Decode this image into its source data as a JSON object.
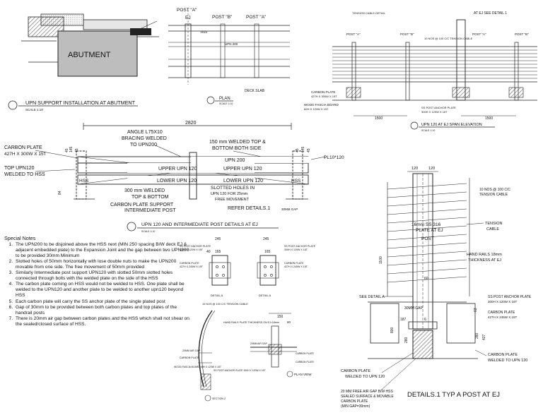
{
  "abutment": {
    "label": "ABUTMENT",
    "title": "UPN SUPPORT INSTALLATION AT ABUTMENT",
    "scale": "SCALE 1:10"
  },
  "plan": {
    "post_a_left": "POST \"A\"",
    "post_b": "POST \"B\"",
    "post_a_right": "POST \"A\"",
    "ej": "EJ",
    "hss": "HSS",
    "upn_200": "UPN 200",
    "deck_slab": "DECK SLAB",
    "title": "PLAN",
    "scale": "SCALE 1:10"
  },
  "elevation": {
    "tension_detail": "TENSION CABLE DETAIL",
    "at_ej_see": "AT EJ SEE DETAIL 1",
    "post_a": "POST \"A\"",
    "post_b": "POST \"B\"",
    "post_a2": "POST \"A\"",
    "post_b2": "POST \"B\"",
    "tension_cable": "10 NOS @ 100 C/C TENSION CABLE",
    "carbon_plate": "CARBON PLATE",
    "carbon_plate_size": "427H X 300W X 15T",
    "wood_fascia": "WOOD FASCIA BOARD",
    "wood_fascia_size": "60H X 120W X 15T",
    "anchor_plate": "SS POST ANCHOR PLATE",
    "anchor_plate_size": "300H X 120W X 16T",
    "dim_1500_left": "1500",
    "dim_1500_right": "1500",
    "title": "UPN 120 AT EJ SPAN ELEVATION",
    "scale": "SCALE 1:10"
  },
  "intermediate": {
    "dim_2820": "2820",
    "angle": "ANGLE L75X10",
    "bracing": "BRACING WELDED",
    "to_upn200": "TO UPN200",
    "welded_150": "150 mm WELDED TOP &",
    "bottom_both": "BOTTOM BOTH SIDE",
    "carbon_plate": "CARBON PLATE",
    "carbon_plate_size": "427H X 300W X 15T",
    "top_upn": "TOP UPN120",
    "welded_hss": "WELDED TO HSS",
    "pl": "PL10*120",
    "row_upn200": "UPN 200",
    "row_upper": "UPPER UPN 120",
    "row_lower": "LOWER UPN 120",
    "hss": "HSS",
    "welded_300": "300 mm WELDED",
    "top_bottom": "TOP & BOTTOM",
    "slotted": "SLOTTED HOLES IN",
    "slotted2": "UPN 120 FOR 25mm",
    "slotted3": "FREE MOVEMENT",
    "cp_support": "CARBON PLATE SUPPORT",
    "intermediate_post": "INTERMEDIATE POST",
    "refer": "REFER DETAILS.1",
    "gap": "30MM GAP",
    "dims_left": [
      "45",
      "145",
      "45"
    ],
    "dims_right": [
      "45",
      "145",
      "45"
    ],
    "dim_160": "160",
    "dim_84": "84",
    "title": "UPN 120 AND INTERMEDIATE POST DETAILS AT EJ",
    "scale": "SCALE 1:10"
  },
  "notes": {
    "heading": "Special Notes",
    "items": [
      "The UPN200 to be disjoined above the HSS next (MIN 250 spacing B/W deck EJ & adjacent embedded plate) to the Expansion Joint and the gap between two UPN200 to be provided 30mm Minimum",
      "Slotted holes of 50mm horizontally with lose double nuts to make the UPN200 movable from one side. The free movement of 50mm provided",
      "Similarly Intermediate post support UPN120 with slotted 50mm slotted holes connected through bolts with the welded plate on the side of the HSS",
      "The carbon plate coming on HSS would not be welded to HSS. One plate shall be welded to the UPN120 and another plate to be welded to another upn120 beyond HSS",
      "Each carbon plate will carry the SS anchor plate of the single plated post",
      "Gap of 30mm to be provided between both carbon plates and top plates of the handrail posts",
      "There is 20mm air gap between carbon plates and the HSS which shall not shear on the sealed/closed surface of HSS."
    ]
  },
  "details_a": {
    "left_label": "SS POST ANCHOR PLATE",
    "left_size": "300H X 120W X 16T",
    "left_cp": "CARBON PLATE",
    "left_cp_size": "427H X 245W X 15T",
    "dim_245": "245",
    "dim_165": "165",
    "dim_40": "40",
    "right_label": "SS POST ANCHOR PLATE",
    "right_size": "300H X 120W X 16T",
    "right_cp": "CARBON PLATE",
    "right_cp_size": "427H X 245W X 15T",
    "detail_a": "DETAIL A",
    "detail_b": "DETAIL A"
  },
  "curve": {
    "tension": "10 NOS @ 100 C/C TENSION CABLE",
    "handrail": "HAND RAILS PLATE THICKNESS ON EJ=18mm",
    "air_gap": "20MM AIR GAP",
    "carbon": "CARBON PLATE",
    "wood": "WOOD FASCIA BOARD 60H X 120W X 15T",
    "anchor": "SS POST ANCHOR PLATE 300H X 120W X 16T",
    "section": "SECTION Z",
    "plan_view": "PLAN VIEW",
    "dim_150": "150",
    "dim_60": "60"
  },
  "detail1": {
    "d120a": "120",
    "d120b": "120",
    "tension": "10 NOS @ 100 C/C",
    "tension2": "TENSION CABLE",
    "ss316": "16mm SS 316",
    "plate_at_ej": "PLATE AT EJ",
    "post": "POST",
    "tension_cable": "TENSION",
    "tension_cable2": "CABLE",
    "handrails": "HAND RAILS 18mm",
    "handrails2": "THICKNESS AT EJ",
    "see_detail": "SEE DETAIL A",
    "ss_anchor": "SS POST ANCHOR PLATE",
    "ss_anchor_size": "300H X 120W X 16T",
    "cp": "CARBON PLATE",
    "cp_size": "427H X 245W X 15T",
    "mm_gap": "30MM GAP",
    "d187": "187",
    "d6": "6",
    "d60": "60",
    "d63": "63",
    "d280": "280",
    "d427": "427",
    "d800": "800",
    "d1100": "1100",
    "cp_welded": "CARBON PLATE",
    "cp_welded2": "WELDED TO UPN 120",
    "cp_welded_r": "CARBON PLATE",
    "cp_welded_r2": "WELDED TO UPN 120",
    "air_gap": "20 MM FREE AIR GAP B/W HSS",
    "sealed": "SEALED SURFACE & MOVABLE",
    "cp_min": "CARBON PLATE",
    "min_gap": "(MIN GAP=30mm)",
    "title": "DETAILS.1 TYP A POST AT EJ"
  }
}
